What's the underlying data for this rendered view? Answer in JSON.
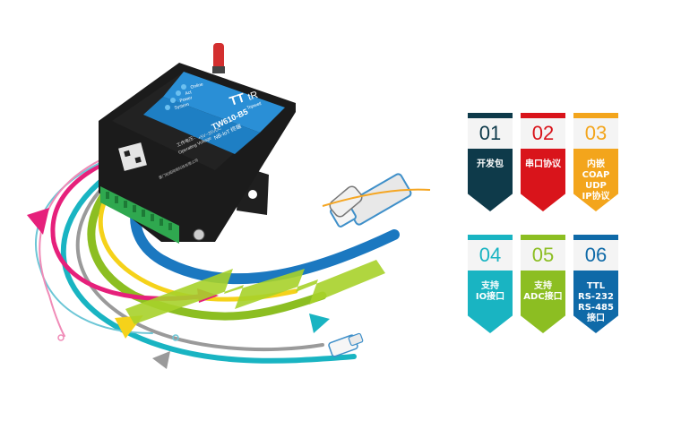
{
  "device": {
    "brand_mark": "TT",
    "brand_text": "tR",
    "brand_sub": "Topwell",
    "model": "TW610-B5",
    "subtitle": "NB-IoT 终端",
    "voltage_cn": "工作电压：",
    "voltage_value": "+5V~35VDC",
    "voltage_en": "Operating Voltage",
    "company": "厦门拓威网络科技有限公司",
    "leds": [
      "Online",
      "Act",
      "Power",
      "System"
    ]
  },
  "features": [
    {
      "num": "01",
      "label": "开发包",
      "color": "#0e3a4a"
    },
    {
      "num": "02",
      "label": "串口协议",
      "color": "#d9141b"
    },
    {
      "num": "03",
      "label": "内嵌COAP\nUDP\nIP协议",
      "color": "#f3a51c"
    },
    {
      "num": "04",
      "label": "支持\nIO接口",
      "color": "#19b4c2"
    },
    {
      "num": "05",
      "label": "支持\nADC接口",
      "color": "#8cbe22"
    },
    {
      "num": "06",
      "label": "TTL\nRS-232\nRS-485\n接口",
      "color": "#0f6aa8"
    }
  ]
}
